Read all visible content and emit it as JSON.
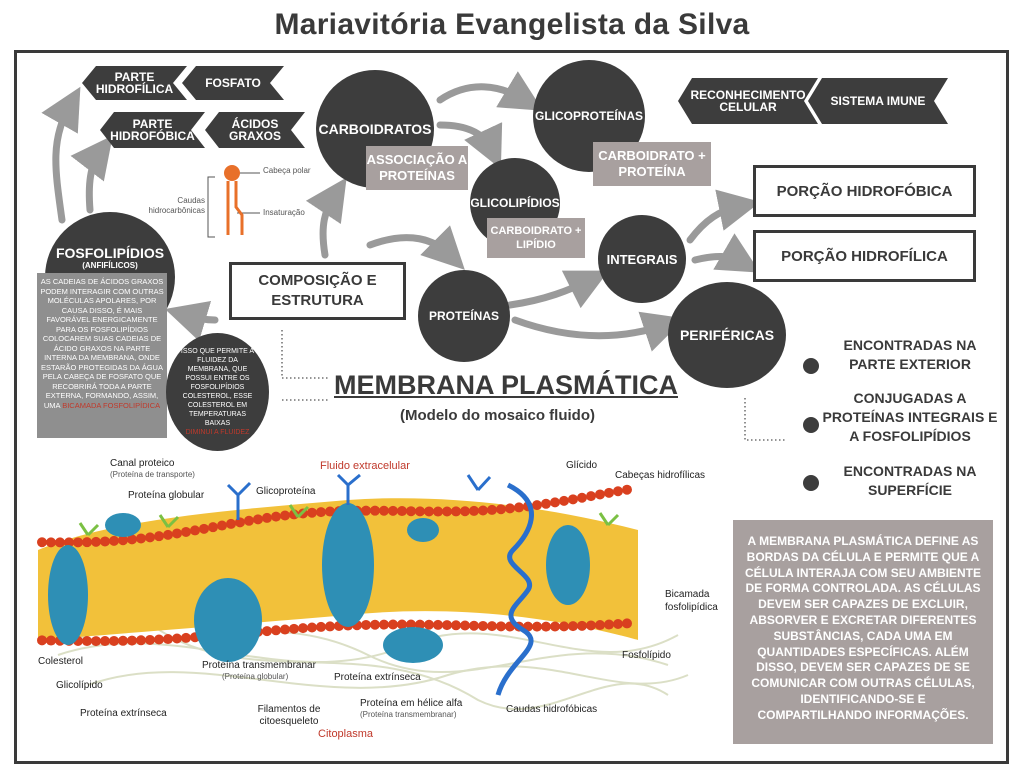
{
  "title": "Mariavitória Evangelista da Silva",
  "tags": {
    "parte_hidrofilica": "PARTE HIDROFÍLICA",
    "fosfato": "FOSFATO",
    "parte_hidrofobica": "PARTE HIDROFÓBICA",
    "acidos_graxos": "ÁCIDOS GRAXOS",
    "reconhecimento": "RECONHECIMENTO CELULAR",
    "sistema_imune": "SISTEMA IMUNE"
  },
  "circles": {
    "carboidratos": "CARBOIDRATOS",
    "glicoproteinas": "GLICOPROTEÍNAS",
    "glicolipidios": "GLICOLIPÍDIOS",
    "fosfolipidios": "FOSFOLIPÍDIOS",
    "fosfolipidios_sub": "(ANFIFÍLICOS)",
    "proteinas": "PROTEÍNAS",
    "integrais": "INTEGRAIS",
    "perifericas": "PERIFÉRICAS"
  },
  "pink": {
    "associacao": "ASSOCIAÇÃO A PROTEÍNAS",
    "carbo_proteina": "CARBOIDRATO + PROTEÍNA",
    "carbo_lipidio": "CARBOIDRATO + LIPÍDIO"
  },
  "boxes": {
    "hidrofobica": "PORÇÃO HIDROFÓBICA",
    "hidrofilica": "PORÇÃO HIDROFÍLICA",
    "composicao": "COMPOSIÇÃO E ESTRUTURA"
  },
  "phospholipid_diagram": {
    "cabeca_polar": "Cabeça polar",
    "caudas": "Caudas hidrocarbônicas",
    "insaturacao": "Insaturação"
  },
  "fosfo_text": "AS CADEIAS DE ÁCIDOS GRAXOS PODEM INTERAGIR COM OUTRAS MOLÉCULAS APOLARES, POR CAUSA DISSO, É MAIS FAVORÁVEL ENERGICAMENTE PARA OS FOSFOLIPÍDIOS COLOCAREM SUAS CADEIAS DE ÁCIDO GRAXOS NA PARTE INTERNA DA MEMBRANA, ONDE ESTARÃO PROTEGIDAS DA ÁGUA PELA CABEÇA DE FOSFATO QUE RECOBRIRÁ TODA A PARTE EXTERNA, FORMANDO, ASSIM, UMA",
  "fosfo_text_red": "BICAMADA FOSFOLIPÍDICA",
  "colesterol_text": "ISSO QUE PERMITE A FLUIDEZ DA MEMBRANA, QUE POSSUI ENTRE OS FOSFOLIPÍDIOS COLESTEROL, ESSE COLESTEROL EM TEMPERATURAS BAIXAS",
  "colesterol_text_red": "DIMINUI A FLUIDEZ",
  "main_title": "MEMBRANA PLASMÁTICA",
  "main_subtitle": "(Modelo do mosaico fluido)",
  "bullets": [
    "ENCONTRADAS NA PARTE EXTERIOR",
    "CONJUGADAS A PROTEÍNAS INTEGRAIS E A FOSFOLIPÍDIOS",
    "ENCONTRADAS NA SUPERFÍCIE"
  ],
  "summary": "A MEMBRANA PLASMÁTICA DEFINE AS BORDAS DA CÉLULA E PERMITE QUE A CÉLULA INTERAJA COM SEU AMBIENTE DE FORMA CONTROLADA. AS CÉLULAS DEVEM SER CAPAZES DE EXCLUIR, ABSORVER E EXCRETAR DIFERENTES SUBSTÂNCIAS, CADA UMA EM QUANTIDADES ESPECÍFICAS. ALÉM DISSO, DEVEM SER CAPAZES DE SE COMUNICAR COM OUTRAS CÉLULAS, IDENTIFICANDO-SE E COMPARTILHANDO INFORMAÇÕES.",
  "membrane_labels": {
    "canal": "Canal proteico",
    "canal_sub": "(Proteína de transporte)",
    "globular": "Proteína globular",
    "glicoproteina": "Glicoproteína",
    "fluido": "Fluido extracelular",
    "glicido": "Glícido",
    "cabecas": "Cabeças hidrofílicas",
    "bicamada": "Bicamada fosfolipídica",
    "fosfolipido": "Fosfolípido",
    "colesterol": "Colesterol",
    "glicolipido": "Glicolípido",
    "extrinseca1": "Proteína extrínseca",
    "transmembranar": "Proteína transmembranar",
    "transmembranar_sub": "(Proteína globular)",
    "extrinseca2": "Proteína extrínseca",
    "filamentos": "Filamentos de citoesqueleto",
    "helice": "Proteína em hélice alfa",
    "helice_sub": "(Proteína transmembranar)",
    "caudas": "Caudas hidrofóbicas",
    "citoplasma": "Citoplasma"
  }
}
